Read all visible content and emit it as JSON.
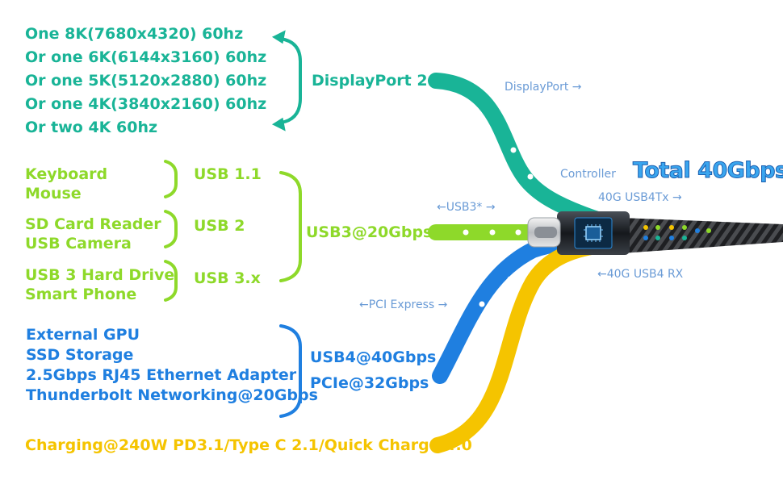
{
  "colors": {
    "teal": "#19b497",
    "green": "#8ed92a",
    "blue": "#1f7fe0",
    "yellow": "#f5c400",
    "cable_label": "#6a9bd6"
  },
  "displayport": {
    "modes": [
      "One 8K(7680x4320) 60hz",
      "Or one 6K(6144x3160) 60hz",
      "Or one 5K(5120x2880) 60hz",
      "Or one 4K(3840x2160) 60hz",
      "Or two 4K 60hz"
    ],
    "label": "DisplayPort 2.0"
  },
  "usb": {
    "groups": [
      {
        "devices": [
          "Keyboard",
          "Mouse"
        ],
        "version": "USB 1.1"
      },
      {
        "devices": [
          "SD Card Reader",
          "USB Camera"
        ],
        "version": "USB 2"
      },
      {
        "devices": [
          "USB 3 Hard Drive",
          "Smart Phone"
        ],
        "version": "USB 3.x"
      }
    ],
    "label": "USB3@20Gbps"
  },
  "pcie": {
    "devices": [
      "External GPU",
      "SSD Storage",
      "2.5Gbps RJ45 Ethernet Adapter",
      "Thunderbolt Networking@20Gbps"
    ],
    "label_usb4": "USB4@40Gbps",
    "label_pcie": "PCIe@32Gbps"
  },
  "charging": {
    "label": "Charging@240W PD3.1/Type C 2.1/Quick Charge 4.0"
  },
  "cable_labels": {
    "displayport": "DisplayPort →",
    "usb3": "←USB3* →",
    "pci_express": "←PCI Express →",
    "controller": "Controller",
    "usb4_tx": "40G USB4Tx →",
    "usb4_rx": "←40G USB4 RX"
  },
  "total": "Total 40Gbps"
}
